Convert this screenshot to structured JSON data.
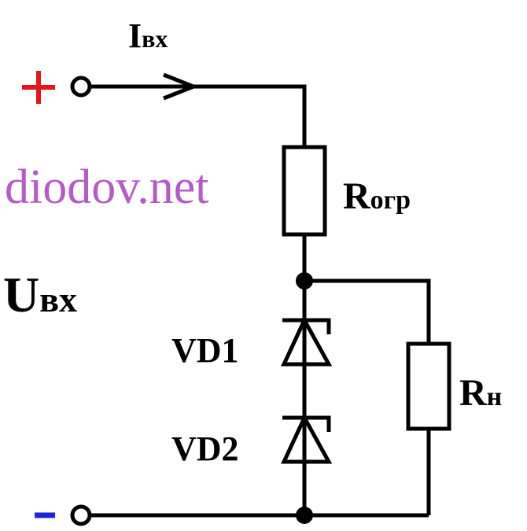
{
  "watermark": "diodov.net",
  "colors": {
    "plus": "#e8141c",
    "minus": "#1b24d6",
    "watermark": "#b55bc8",
    "wire": "#000000"
  },
  "terminals": {
    "plus": "+",
    "minus": "-"
  },
  "labels": {
    "input_current": {
      "main": "I",
      "sub": "вх"
    },
    "input_voltage": {
      "main": "U",
      "sub": "вх"
    },
    "limiting_resistor": {
      "main": "R",
      "sub": "огр"
    },
    "load_resistor": {
      "main": "R",
      "sub": "н"
    },
    "diode1": "VD1",
    "diode2": "VD2"
  }
}
